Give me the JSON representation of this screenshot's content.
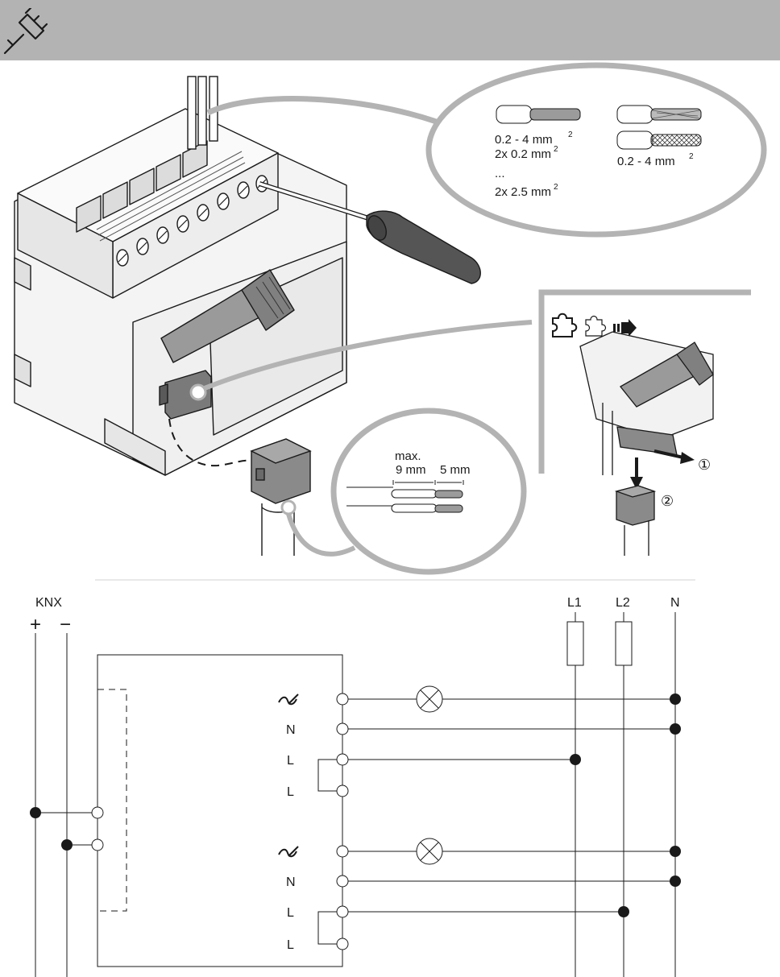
{
  "header": {
    "icon": "plug-icon"
  },
  "wire_specs": {
    "solid_range": "0.2 - 4 mm",
    "solid_range_exp": "2",
    "double_min": "2x 0.2 mm",
    "double_min_exp": "2",
    "ellipsis": "...",
    "double_max": "2x 2.5 mm",
    "double_max_exp": "2",
    "stranded_range": "0.2 - 4 mm",
    "stranded_range_exp": "2"
  },
  "strip": {
    "max_label": "max.",
    "sheath_length": "9 mm",
    "core_length": "5 mm"
  },
  "connector_removal": {
    "icons": [
      "puzzle-icon",
      "puzzle-outline-icon",
      "arrow-right-icon"
    ],
    "step1": "①",
    "step2": "②"
  },
  "schematic": {
    "knx_label": "KNX",
    "plus": "+",
    "minus": "−",
    "phase_labels": [
      "L1",
      "L2",
      "N"
    ],
    "terminal_labels": [
      "N",
      "L",
      "L",
      "N",
      "L",
      "L"
    ],
    "output_symbol": "load-output-icon",
    "lamp_symbol": "lamp-icon"
  }
}
